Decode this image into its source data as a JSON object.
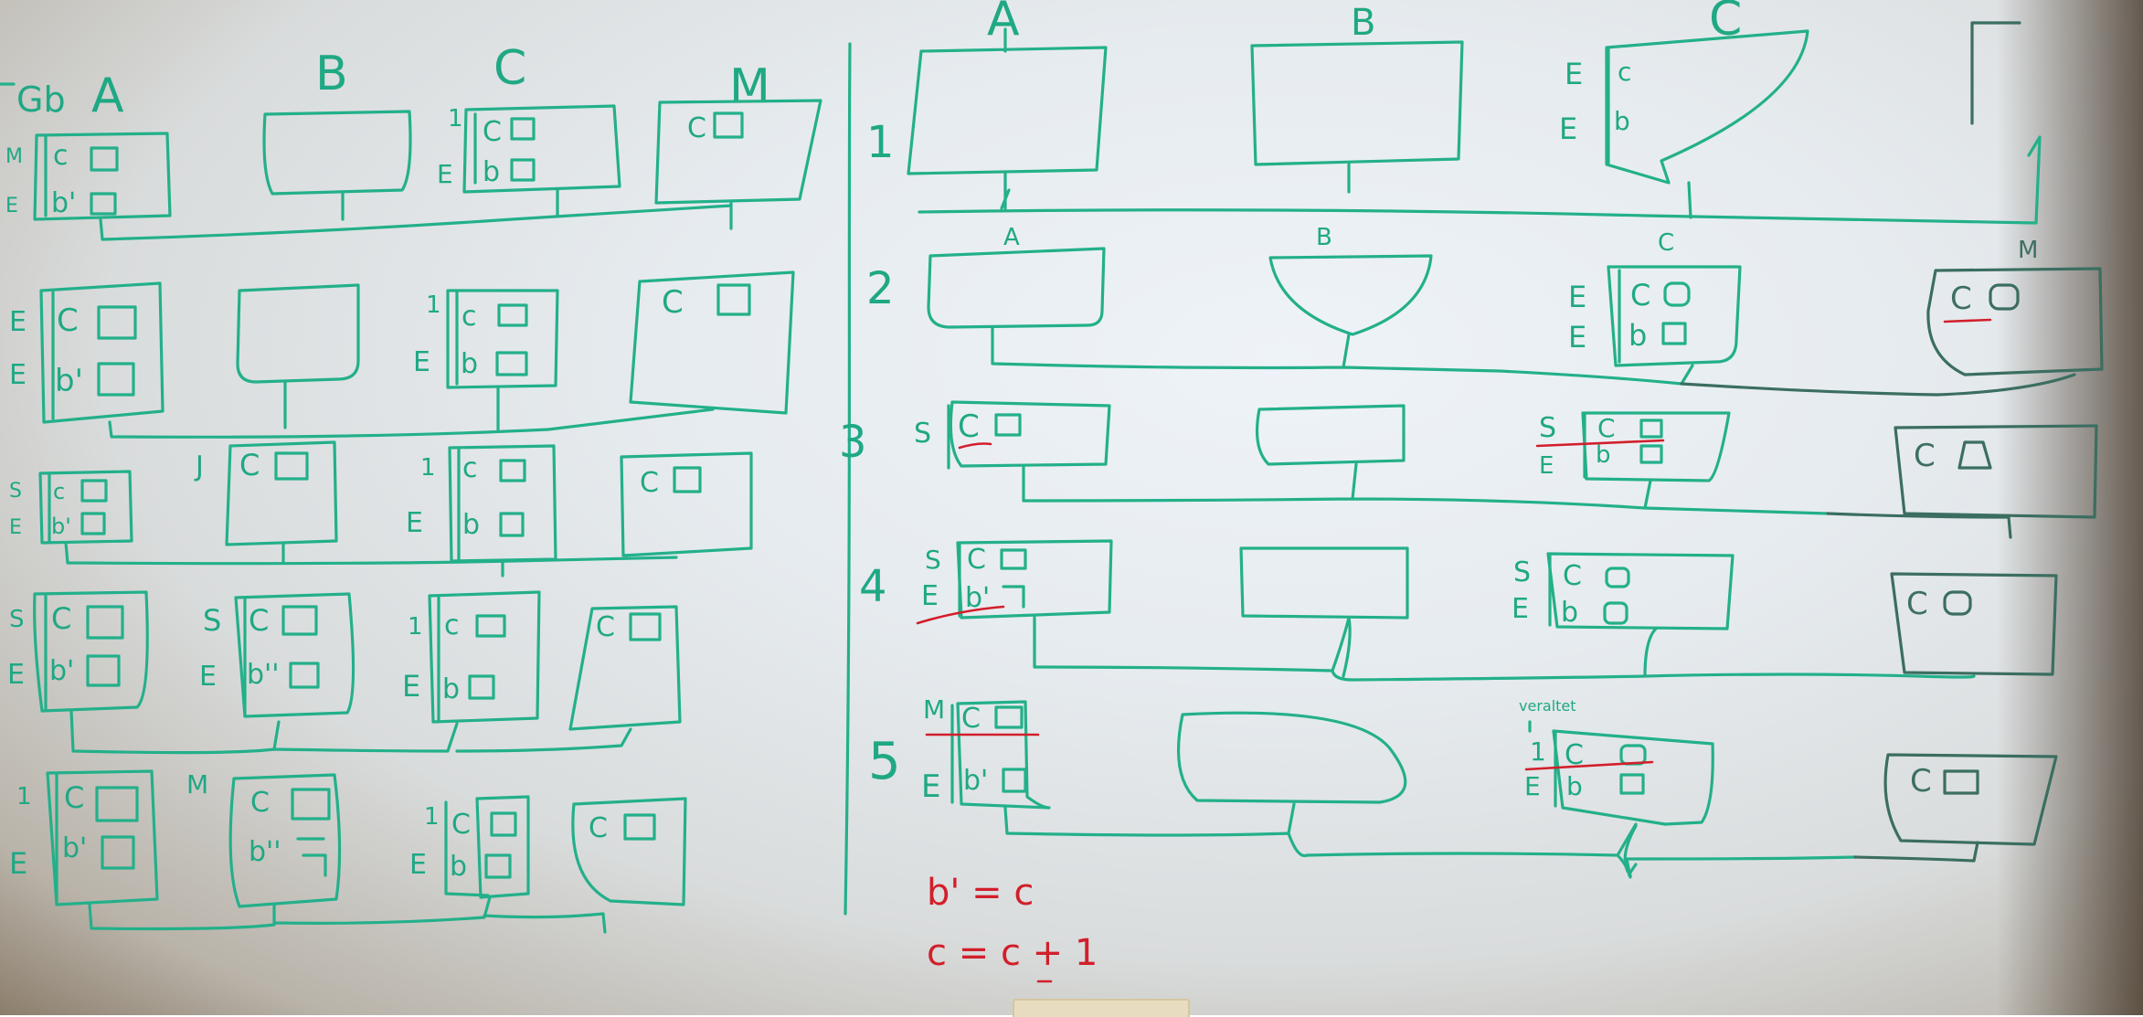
{
  "left_panel": {
    "header_gb": "Gb",
    "col_headers": [
      "A",
      "B",
      "C",
      "M"
    ],
    "row1": {
      "a_row1": "M",
      "a_row2": "E",
      "a_val1": "c",
      "a_val2": "b'",
      "c_row1": "1",
      "c_row2": "E",
      "c_val1": "C",
      "c_val2": "b",
      "m_val": "C"
    },
    "row2": {
      "a_row1": "E",
      "a_row2": "E",
      "a_val1": "C",
      "a_val2": "b'",
      "c_row1": "1",
      "c_row2": "E",
      "c_val1": "c",
      "c_val2": "b",
      "m_val": "C"
    },
    "row3": {
      "a_row1": "S",
      "a_row2": "E",
      "a_val1": "c",
      "a_val2": "b'",
      "b_row1": "J",
      "b_val": "C",
      "c_row1": "1",
      "c_row2": "E",
      "c_val1": "c",
      "c_val2": "b",
      "m_val": "C"
    },
    "row4": {
      "a_row1": "S",
      "a_row2": "E",
      "a_val1": "C",
      "a_val2": "b'",
      "b_row1": "S",
      "b_row2": "E",
      "b_val1": "C",
      "b_val2": "b''",
      "c_row1": "1",
      "c_row2": "E",
      "c_val1": "c",
      "c_val2": "b",
      "m_val": "C"
    },
    "row5": {
      "a_row1": "1",
      "a_row2": "E",
      "a_val1": "C",
      "a_val2": "b'",
      "b_row1": "M",
      "b_val1": "C",
      "b_val2": "b''",
      "c_row1": "1",
      "c_row2": "E",
      "c_val1": "C",
      "c_val2": "b",
      "m_val": "C"
    }
  },
  "right_panel": {
    "col_headers": [
      "A",
      "B",
      "C"
    ],
    "row_numbers": [
      "1",
      "2",
      "3",
      "4",
      "5"
    ],
    "row1": {
      "c_row1": "E",
      "c_row2": "E",
      "c_val1": "c",
      "c_val2": "b"
    },
    "row2": {
      "a_small": "A",
      "b_small": "B",
      "c_small": "C",
      "m_small": "M",
      "c_row1": "E",
      "c_row2": "E",
      "c_val1": "C",
      "c_val2": "b",
      "m_val": "C"
    },
    "row3": {
      "a_row1": "S",
      "a_val": "C",
      "c_row1": "S",
      "c_row2": "E",
      "c_val1": "C",
      "c_val2": "b",
      "m_val": "C"
    },
    "row4": {
      "a_row1": "S",
      "a_row2": "E",
      "a_val1": "C",
      "a_val2": "b'",
      "c_row1": "S",
      "c_row2": "E",
      "c_val1": "C",
      "c_val2": "b",
      "m_val": "C"
    },
    "row5": {
      "a_row1": "M",
      "a_row2": "E",
      "a_val1": "C",
      "a_val2": "b'",
      "c_note": "veraltet",
      "c_row1": "1",
      "c_row2": "E",
      "c_val1": "C",
      "c_val2": "b",
      "m_val": "C"
    }
  },
  "equations": [
    "b' = c",
    "c = c + 1"
  ],
  "colors": {
    "marker_green": "#23b08a",
    "marker_dark": "#3b6e60",
    "marker_red": "#d21f2b",
    "board": "#e8ecef"
  }
}
